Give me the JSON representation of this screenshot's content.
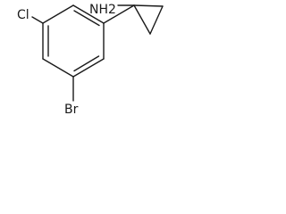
{
  "molecule": {
    "atoms": {
      "amine": "NH2",
      "chlorine": "Cl",
      "bromine": "Br"
    },
    "colors": {
      "bond": "#1a1a1a",
      "background": "#ffffff"
    }
  }
}
